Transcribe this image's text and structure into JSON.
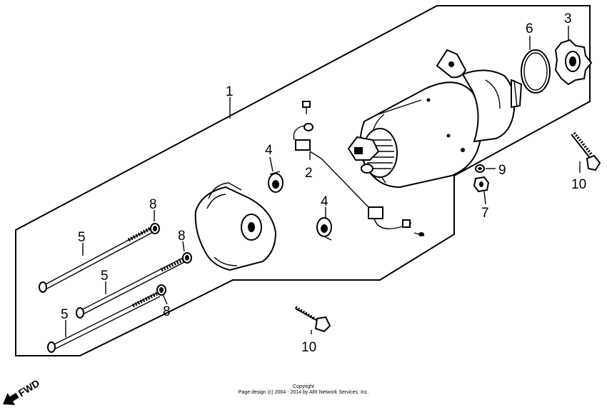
{
  "callouts": {
    "c1": "1",
    "c2": "2",
    "c3": "3",
    "c4a": "4",
    "c4b": "4",
    "c5a": "5",
    "c5b": "5",
    "c5c": "5",
    "c6": "6",
    "c7": "7",
    "c8a": "8",
    "c8b": "8",
    "c8c": "8",
    "c9": "9",
    "c10a": "10",
    "c10b": "10"
  },
  "fwd_label": "FWD",
  "copyright": {
    "line1": "Copyright",
    "line2": "Page design (c) 2004 - 2014 by ARI Network Services, Inc."
  }
}
